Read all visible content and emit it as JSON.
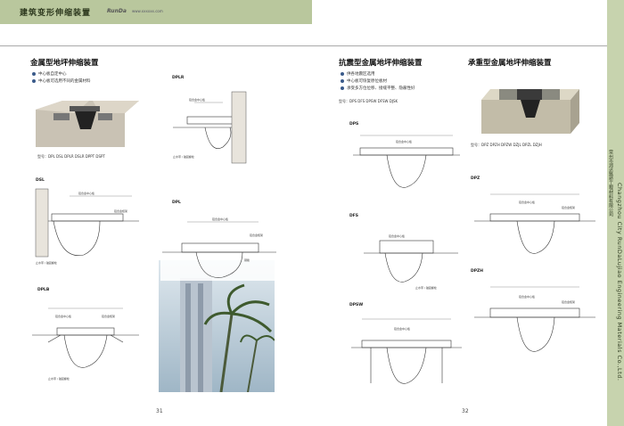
{
  "header": {
    "title": "建筑变形伸缩装置",
    "logo": "RunDa",
    "url": "www.xxxxxx.com"
  },
  "left": {
    "section_title": "金属型地坪伸缩装置",
    "bullets": [
      "中心板自定中心",
      "中心板可选用不同的金属材料"
    ],
    "models": "型号：DPL DSL DPLR DSLR DPPT DSPT",
    "diagram_labels": [
      "DPLR",
      "DSL",
      "DPL",
      "DPLB"
    ],
    "page_number": "31"
  },
  "right": {
    "sections": [
      {
        "title": "抗震型金属地坪伸缩装置",
        "bullets": [
          "供各地震区选用",
          "中心板可恢复原位板材",
          "承受多方位位移、接缝平整、隐蔽性好"
        ],
        "models": "型号：DPS DFS DPSW DFSW DJSK"
      },
      {
        "title": "承重型金属地坪伸缩装置",
        "bullets": [],
        "models": "型号：DPZ DPZH DPZW DZJL DPZL DZJH"
      }
    ],
    "diagram_labels": [
      "DPS",
      "DFS",
      "DPSW",
      "DPZ",
      "DPZH"
    ],
    "page_number": "32"
  },
  "side": {
    "company_en": "Changzhou City RunDaLujiao Engineering Materials Co.,Ltd.",
    "company_cn": "常州市润达路桥工程材料有限公司"
  }
}
